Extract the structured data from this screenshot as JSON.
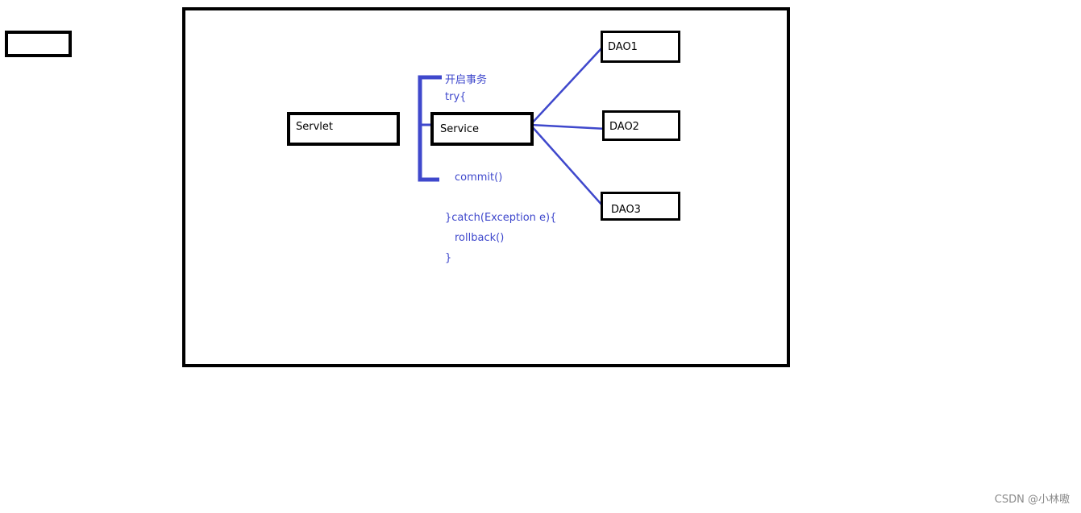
{
  "diagram": {
    "nodes": {
      "servlet": "Servlet",
      "service": "Service",
      "dao1": "DAO1",
      "dao2": "DAO2",
      "dao3": "DAO3"
    },
    "code_lines": {
      "begin_transaction": "开启事务",
      "try_open": "try{",
      "commit": "commit()",
      "catch": "}catch(Exception e){",
      "rollback": "rollback()",
      "close": "}"
    },
    "accent_color": "#3f48cc"
  },
  "watermark": "CSDN @小林嗷"
}
